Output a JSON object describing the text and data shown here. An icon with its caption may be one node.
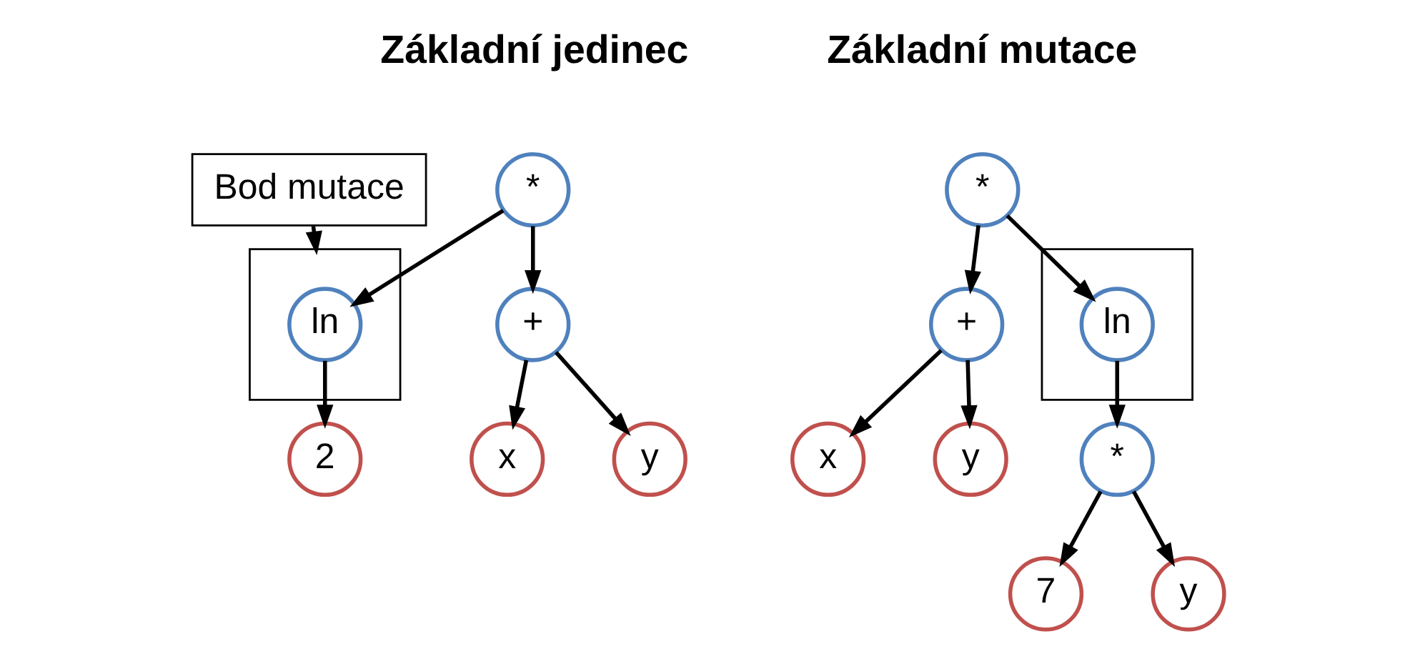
{
  "diagram": {
    "nodes": [
      {
        "text": [
          "*"
        ]
      },
      {
        "text": [
          "+"
        ]
      },
      {
        "text": [],
        "shape": "box"
      },
      {
        "text": [
          "ln"
        ],
        "in": 2
      },
      {
        "text": [
          "x"
        ]
      },
      {
        "text": [
          "y"
        ]
      },
      {
        "text": [
          "2"
        ]
      },
      {
        "text": [
          "Bod mutace"
        ]
      },
      {
        "text": [
          "*"
        ]
      },
      {
        "text": [
          "+"
        ]
      },
      {
        "text": [],
        "shape": "box"
      },
      {
        "text": [
          "ln"
        ],
        "in": 10
      },
      {
        "text": [
          "x"
        ]
      },
      {
        "text": [
          "y"
        ]
      },
      {
        "text": [
          "*"
        ]
      },
      {
        "text": [
          "7"
        ]
      },
      {
        "text": [
          "y"
        ]
      }
    ],
    "edges": [
      {
        "from": 0,
        "to": 1,
        "arrow": "to"
      },
      {
        "from": 0,
        "to": 3,
        "arrow": "to"
      },
      {
        "from": 1,
        "to": 4,
        "arrow": "to"
      },
      {
        "from": 1,
        "to": 5,
        "arrow": "to"
      },
      {
        "from": 3,
        "to": 6,
        "arrow": "to"
      },
      {
        "from": 7,
        "to": 2,
        "arrow": "to"
      },
      {
        "from": 8,
        "to": 9,
        "arrow": "to"
      },
      {
        "from": 8,
        "to": 11,
        "arrow": "to"
      },
      {
        "from": 9,
        "to": 12,
        "arrow": "to"
      },
      {
        "from": 9,
        "to": 13,
        "arrow": "to"
      },
      {
        "from": 11,
        "to": 14,
        "arrow": "to"
      },
      {
        "from": 14,
        "to": 15,
        "arrow": "to"
      },
      {
        "from": 14,
        "to": 16,
        "arrow": "to"
      }
    ],
    "labels": [
      "Základní jedinec",
      "Základní mutace"
    ]
  }
}
